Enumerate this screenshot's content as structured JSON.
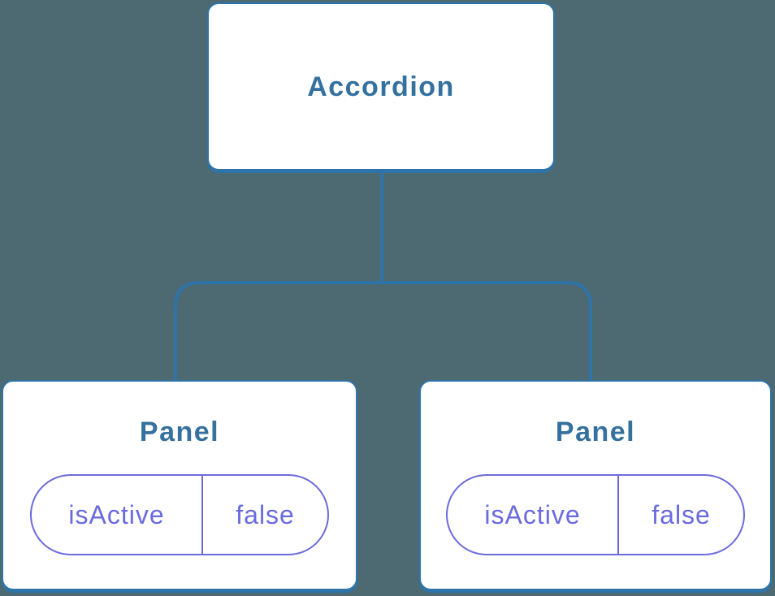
{
  "diagram": {
    "type": "component-tree",
    "root": {
      "label": "Accordion"
    },
    "children": [
      {
        "label": "Panel",
        "state": {
          "name": "isActive",
          "value": "false"
        }
      },
      {
        "label": "Panel",
        "state": {
          "name": "isActive",
          "value": "false"
        }
      }
    ]
  },
  "theme": {
    "bg": "#4D6972",
    "connector": "#2E74A8",
    "node-border": "#2E74A8",
    "node-fill": "#FFFFFF",
    "node-text": "#35719F",
    "pill-border": "#6B6BDB",
    "pill-text": "#6A6AE0"
  }
}
